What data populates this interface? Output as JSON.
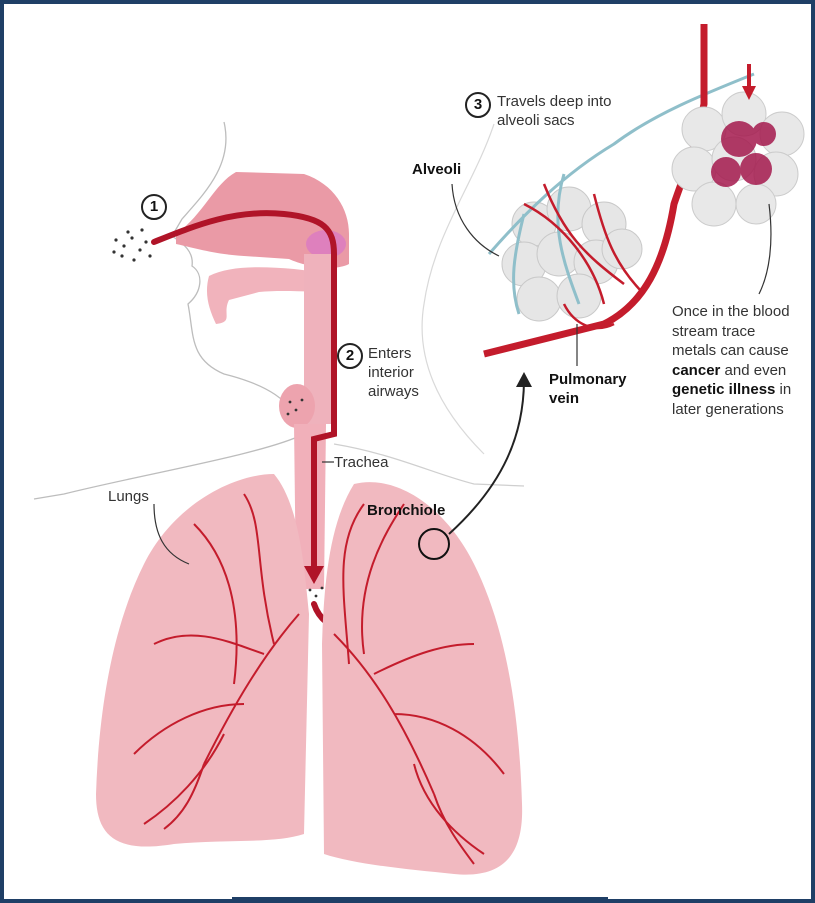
{
  "steps": [
    {
      "number": "1",
      "text": ""
    },
    {
      "number": "2",
      "text_line1": "Enters",
      "text_line2": "interior",
      "text_line3": "airways"
    },
    {
      "number": "3",
      "text_line1": "Travels deep into",
      "text_line2": "alveoli sacs"
    }
  ],
  "labels": {
    "alveoli": "Alveoli",
    "pulmonary_line1": "Pulmonary",
    "pulmonary_line2": "vein",
    "trachea": "Trachea",
    "lungs": "Lungs",
    "bronchiole": "Bronchiole"
  },
  "note": {
    "line1": "Once in the blood",
    "line2": "stream trace",
    "line3": "metals can cause",
    "cancer": "cancer",
    "and_even": "and even",
    "genetic_illness": "genetic illness",
    "in": "in",
    "line6": "later generations"
  },
  "colors": {
    "lung_fill": "#f1b9c0",
    "vessel_red": "#c41c2c",
    "airway_red": "#b01428",
    "vessel_blue": "#8fbfca",
    "frame": "#1f3f66"
  }
}
